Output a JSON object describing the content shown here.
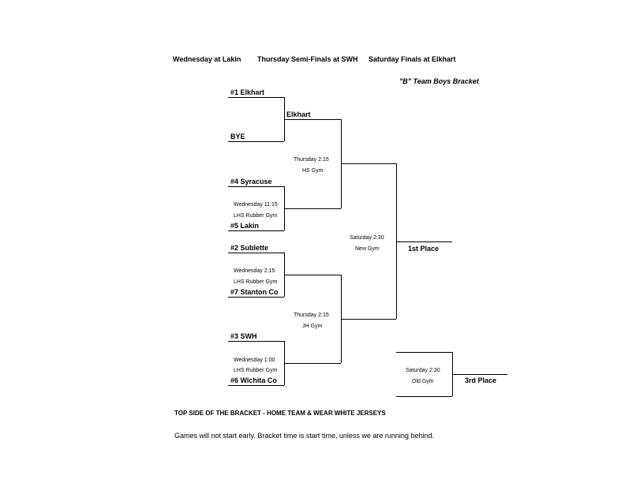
{
  "header": {
    "col1": "Wednesday at Lakin",
    "col2": "Thursday Semi-Finals at SWH",
    "col3": "Saturday Finals at Elkhart"
  },
  "subtitle": "\"B\" Team Boys Bracket",
  "round1": {
    "seed1": "#1 Elkhart",
    "bye": "BYE",
    "seed4": "#4 Syracuse",
    "game1_time": "Wednesday 11:15",
    "game1_loc": "LHS Rubber Gym",
    "seed5": "#5 Lakin",
    "seed2": "#2 Sublette",
    "game2_time": "Wednesday 2:15",
    "game2_loc": "LHS Rubber Gym",
    "seed7": "#7 Stanton Co",
    "seed3": "#3 SWH",
    "game3_time": "Wednesday  1:00",
    "game3_loc": "LHS Rubber Gym",
    "seed6": "#6 Wichita Co"
  },
  "semis": {
    "advance_top": "Elkhart",
    "semi1_time": "Thursday 2:15",
    "semi1_loc": "HS Gym",
    "semi2_time": "Thursday 2:15",
    "semi2_loc": "JH Gym"
  },
  "finals": {
    "final_time": "Saturday 2:30",
    "final_loc": "New Gym",
    "first_place": "1st Place",
    "third_time": "Saturday 2:30",
    "third_loc": "Old Gym",
    "third_place": "3rd Place"
  },
  "notes": {
    "home_team": "TOP SIDE OF THE BRACKET - HOME TEAM & WEAR WHITE JERSEYS",
    "start_time": "Games will not start early. Bracket time is start time, unless we are running behind."
  }
}
